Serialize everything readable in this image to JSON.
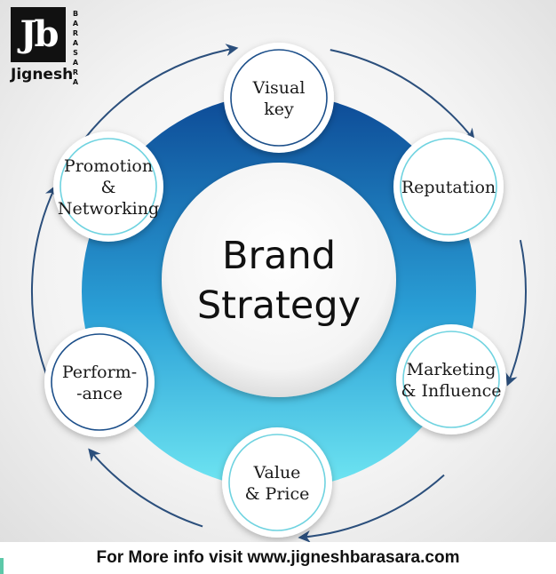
{
  "logo": {
    "monogram": "Jb",
    "side_text": "BARASARA",
    "name": "Jignesh"
  },
  "diagram": {
    "center_lines": [
      "Brand",
      "Strategy"
    ],
    "nodes": [
      {
        "id": "visual-key",
        "lines": [
          "Visual",
          "key"
        ]
      },
      {
        "id": "reputation",
        "lines": [
          "Reputation"
        ]
      },
      {
        "id": "marketing-influence",
        "lines": [
          "Marketing",
          "& Influence"
        ]
      },
      {
        "id": "value-price",
        "lines": [
          "Value",
          "& Price"
        ]
      },
      {
        "id": "performance",
        "lines": [
          "Perform-",
          "-ance"
        ]
      },
      {
        "id": "promotion-networking",
        "lines": [
          "Promotion",
          "&",
          "Networking"
        ]
      }
    ],
    "colors": {
      "ring_top": "#0d4a96",
      "ring_mid": "#2a9fd6",
      "ring_bottom": "#6fe6f2",
      "node_border_outer": "#1c4f8a",
      "node_border_inner": "#6fd3e0",
      "arrow": "#2b4f7c"
    }
  },
  "footer": {
    "text": "For More info visit www.jigneshbarasara.com"
  }
}
